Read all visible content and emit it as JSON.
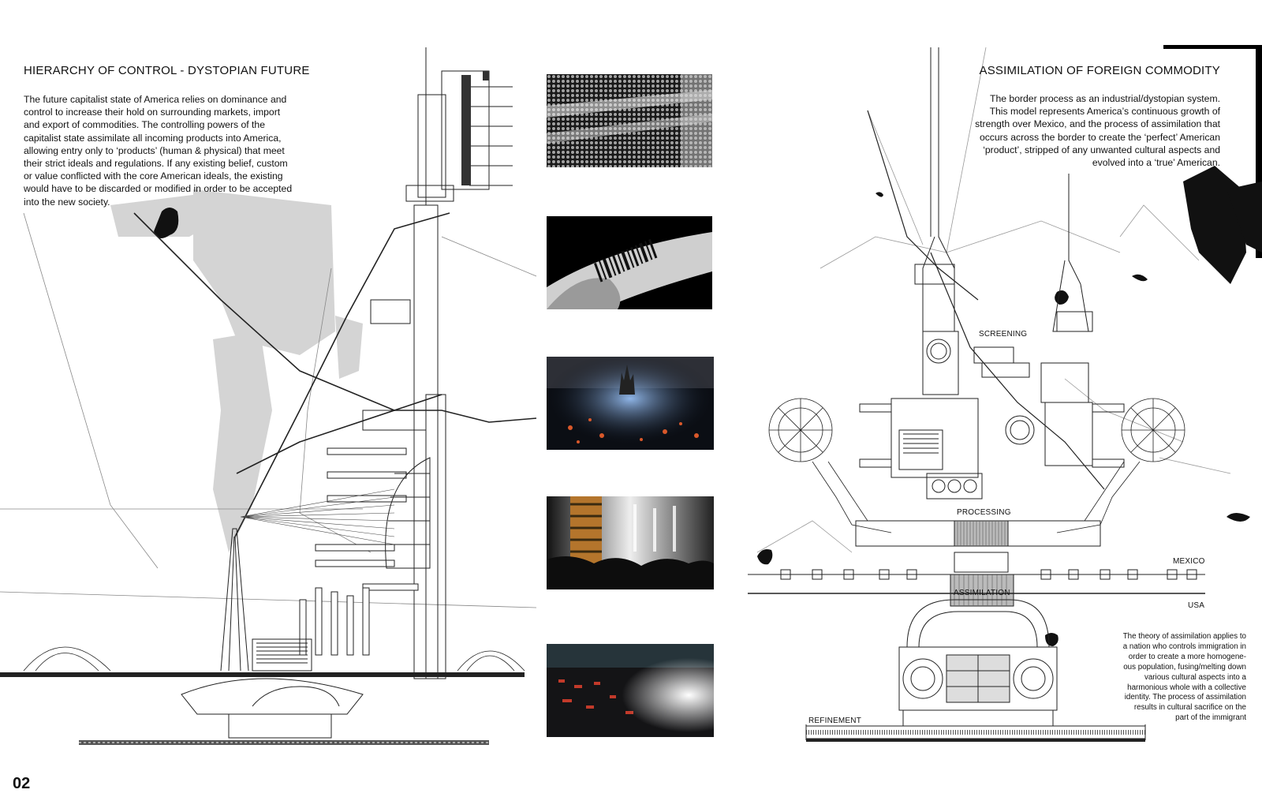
{
  "left": {
    "title": "HIERARCHY OF CONTROL - DYSTOPIAN FUTURE",
    "body": "The future capitalist state of America relies on dominance and control to increase their hold on surrounding markets, import and export of commodities. The controlling powers of the capitalist state assimilate all incoming products into America, allowing entry only to ‘products’ (human & physical) that meet their strict ideals and regulations. If any existing belief, custom or value conflicted with the core American ideals, the existing would have to be discarded or modified in order to be accepted into the new society.",
    "body_lines": [
      "The future capitalist state of America relies on dominance and",
      "control to increase their hold on surrounding markets, import",
      "and export of commodities. The controlling powers of the",
      "capitalist state assimilate all incoming products into America,",
      "allowing entry only to ‘products’ (human & physical) that meet",
      "their strict ideals and regulations. If any existing belief, custom",
      "or value conflicted with the core American ideals, the existing",
      "would have to be discarded or modified in order to be accepted",
      "into the new society."
    ]
  },
  "right": {
    "title": "ASSIMILATION OF FOREIGN COMMODITY",
    "body_lines": [
      "The border process as an industrial/dystopian system.",
      "This model represents America’s continuous growth of",
      "strength over Mexico, and the process of assimilation that",
      "occurs across the border to create the ‘perfect’ American",
      "‘product’, stripped of any unwanted cultural aspects and",
      "evolved into a ‘true’ American."
    ],
    "labels": {
      "screening": "SCREENING",
      "processing": "PROCESSING",
      "assimilation": "ASSIMILATION",
      "refinement": "REFINEMENT",
      "mexico": "MEXICO",
      "usa": "USA"
    },
    "theory_lines": [
      "The theory of assimilation applies to",
      "a nation who controls immigration in",
      "order to create a more homogene-",
      "ous population, fusing/melting down",
      "various cultural aspects into a",
      "harmonious whole with a collective",
      "identity. The process of assimilation",
      "results in cultural sacrifice on the",
      "part of the immigrant"
    ]
  },
  "page_number": "02",
  "colors": {
    "ink": "#111111",
    "grey_fill": "#cfcfcf",
    "paper": "#ffffff"
  }
}
